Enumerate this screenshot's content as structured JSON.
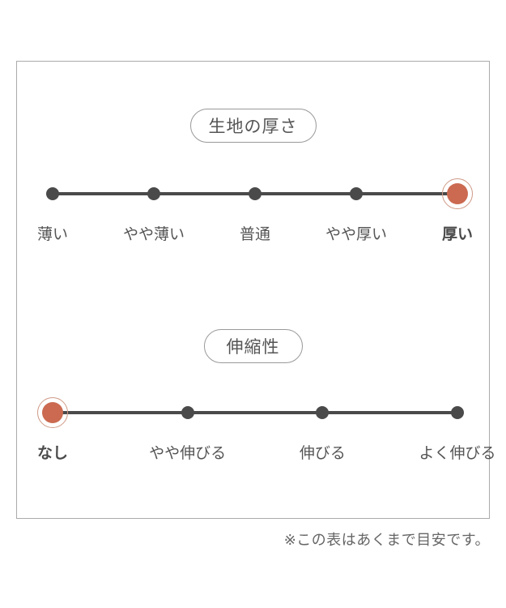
{
  "colors": {
    "accent": "#cb6a51",
    "ring": "#cf9a87",
    "line": "#4a4a4a",
    "label": "#555555",
    "panel_border": "#ababab"
  },
  "scales": [
    {
      "title": "生地の厚さ",
      "labels": [
        "薄い",
        "やや薄い",
        "普通",
        "やや厚い",
        "厚い"
      ],
      "selected_index": 4,
      "selected_label": "厚い"
    },
    {
      "title": "伸縮性",
      "labels": [
        "なし",
        "やや伸びる",
        "伸びる",
        "よく伸びる"
      ],
      "selected_index": 0,
      "selected_label": "なし"
    }
  ],
  "note": "※この表はあくまで目安です。"
}
